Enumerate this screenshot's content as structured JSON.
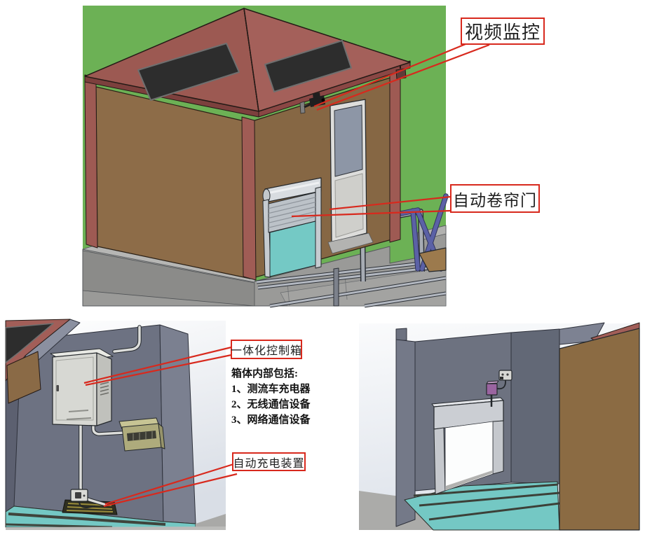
{
  "figure": {
    "callouts": {
      "video": "视频监控",
      "shutter_door": "自动卷帘门",
      "control_box": "一体化控制箱",
      "charging_device": "自动充电装置"
    },
    "note": {
      "title": "箱体内部包括:",
      "items": [
        "1、测流车充电器",
        "2、无线通信设备",
        "3、网络通信设备"
      ]
    }
  },
  "palette": {
    "callout_red": "#d8291d",
    "grass_green": "#6cb155",
    "roof_red": "#a05c56",
    "wall_brown": "#8b6b46",
    "floor_cyan": "#74c8c4",
    "interior_gray": "#6d7282",
    "railing_blue": "#5b61a6"
  }
}
